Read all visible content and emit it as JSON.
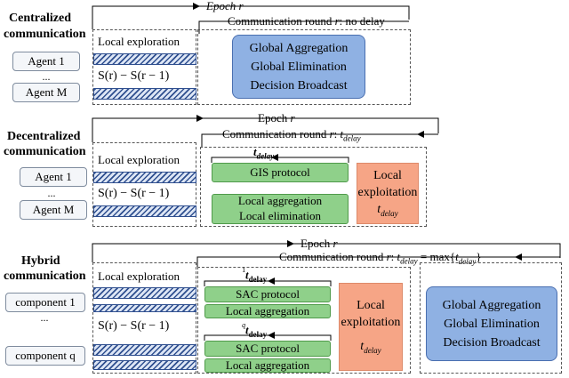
{
  "sections": {
    "centralized": {
      "title_line1": "Centralized",
      "title_line2": "communication",
      "agents": [
        "Agent 1",
        "...",
        "Agent M"
      ],
      "epoch": "Epoch r",
      "round": "Communication round r: no delay",
      "exploration": "Local exploration",
      "formula": "S(r) − S(r − 1)",
      "server": [
        "Global Aggregation",
        "Global Elimination",
        "Decision Broadcast"
      ]
    },
    "decentralized": {
      "title_line1": "Decentralized",
      "title_line2": "communication",
      "agents": [
        "Agent 1",
        "...",
        "Agent M"
      ],
      "epoch": "Epoch r",
      "round": "Communication round r: t_delay",
      "exploration": "Local exploration",
      "formula": "S(r) − S(r − 1)",
      "delay_label": "t_delay",
      "gis": "GIS protocol",
      "local_agg": [
        "Local aggregation",
        "Local elimination"
      ],
      "exploit": [
        "Local",
        "exploitation",
        "t_delay"
      ]
    },
    "hybrid": {
      "title_line1": "Hybrid",
      "title_line2": "communication",
      "components": [
        "component 1",
        "...",
        "component q"
      ],
      "epoch": "Epoch r",
      "round": "Communication round r: t_delay = max{t^q_delay}",
      "exploration": "Local exploration",
      "formula": "S(r) − S(r − 1)",
      "delay1": "t^1_delay",
      "delayq": "t^q_delay",
      "sac": "SAC protocol",
      "local_agg": "Local aggregation",
      "exploit": [
        "Local",
        "exploitation",
        "t_delay"
      ],
      "server": [
        "Global Aggregation",
        "Global Elimination",
        "Decision Broadcast"
      ]
    }
  }
}
